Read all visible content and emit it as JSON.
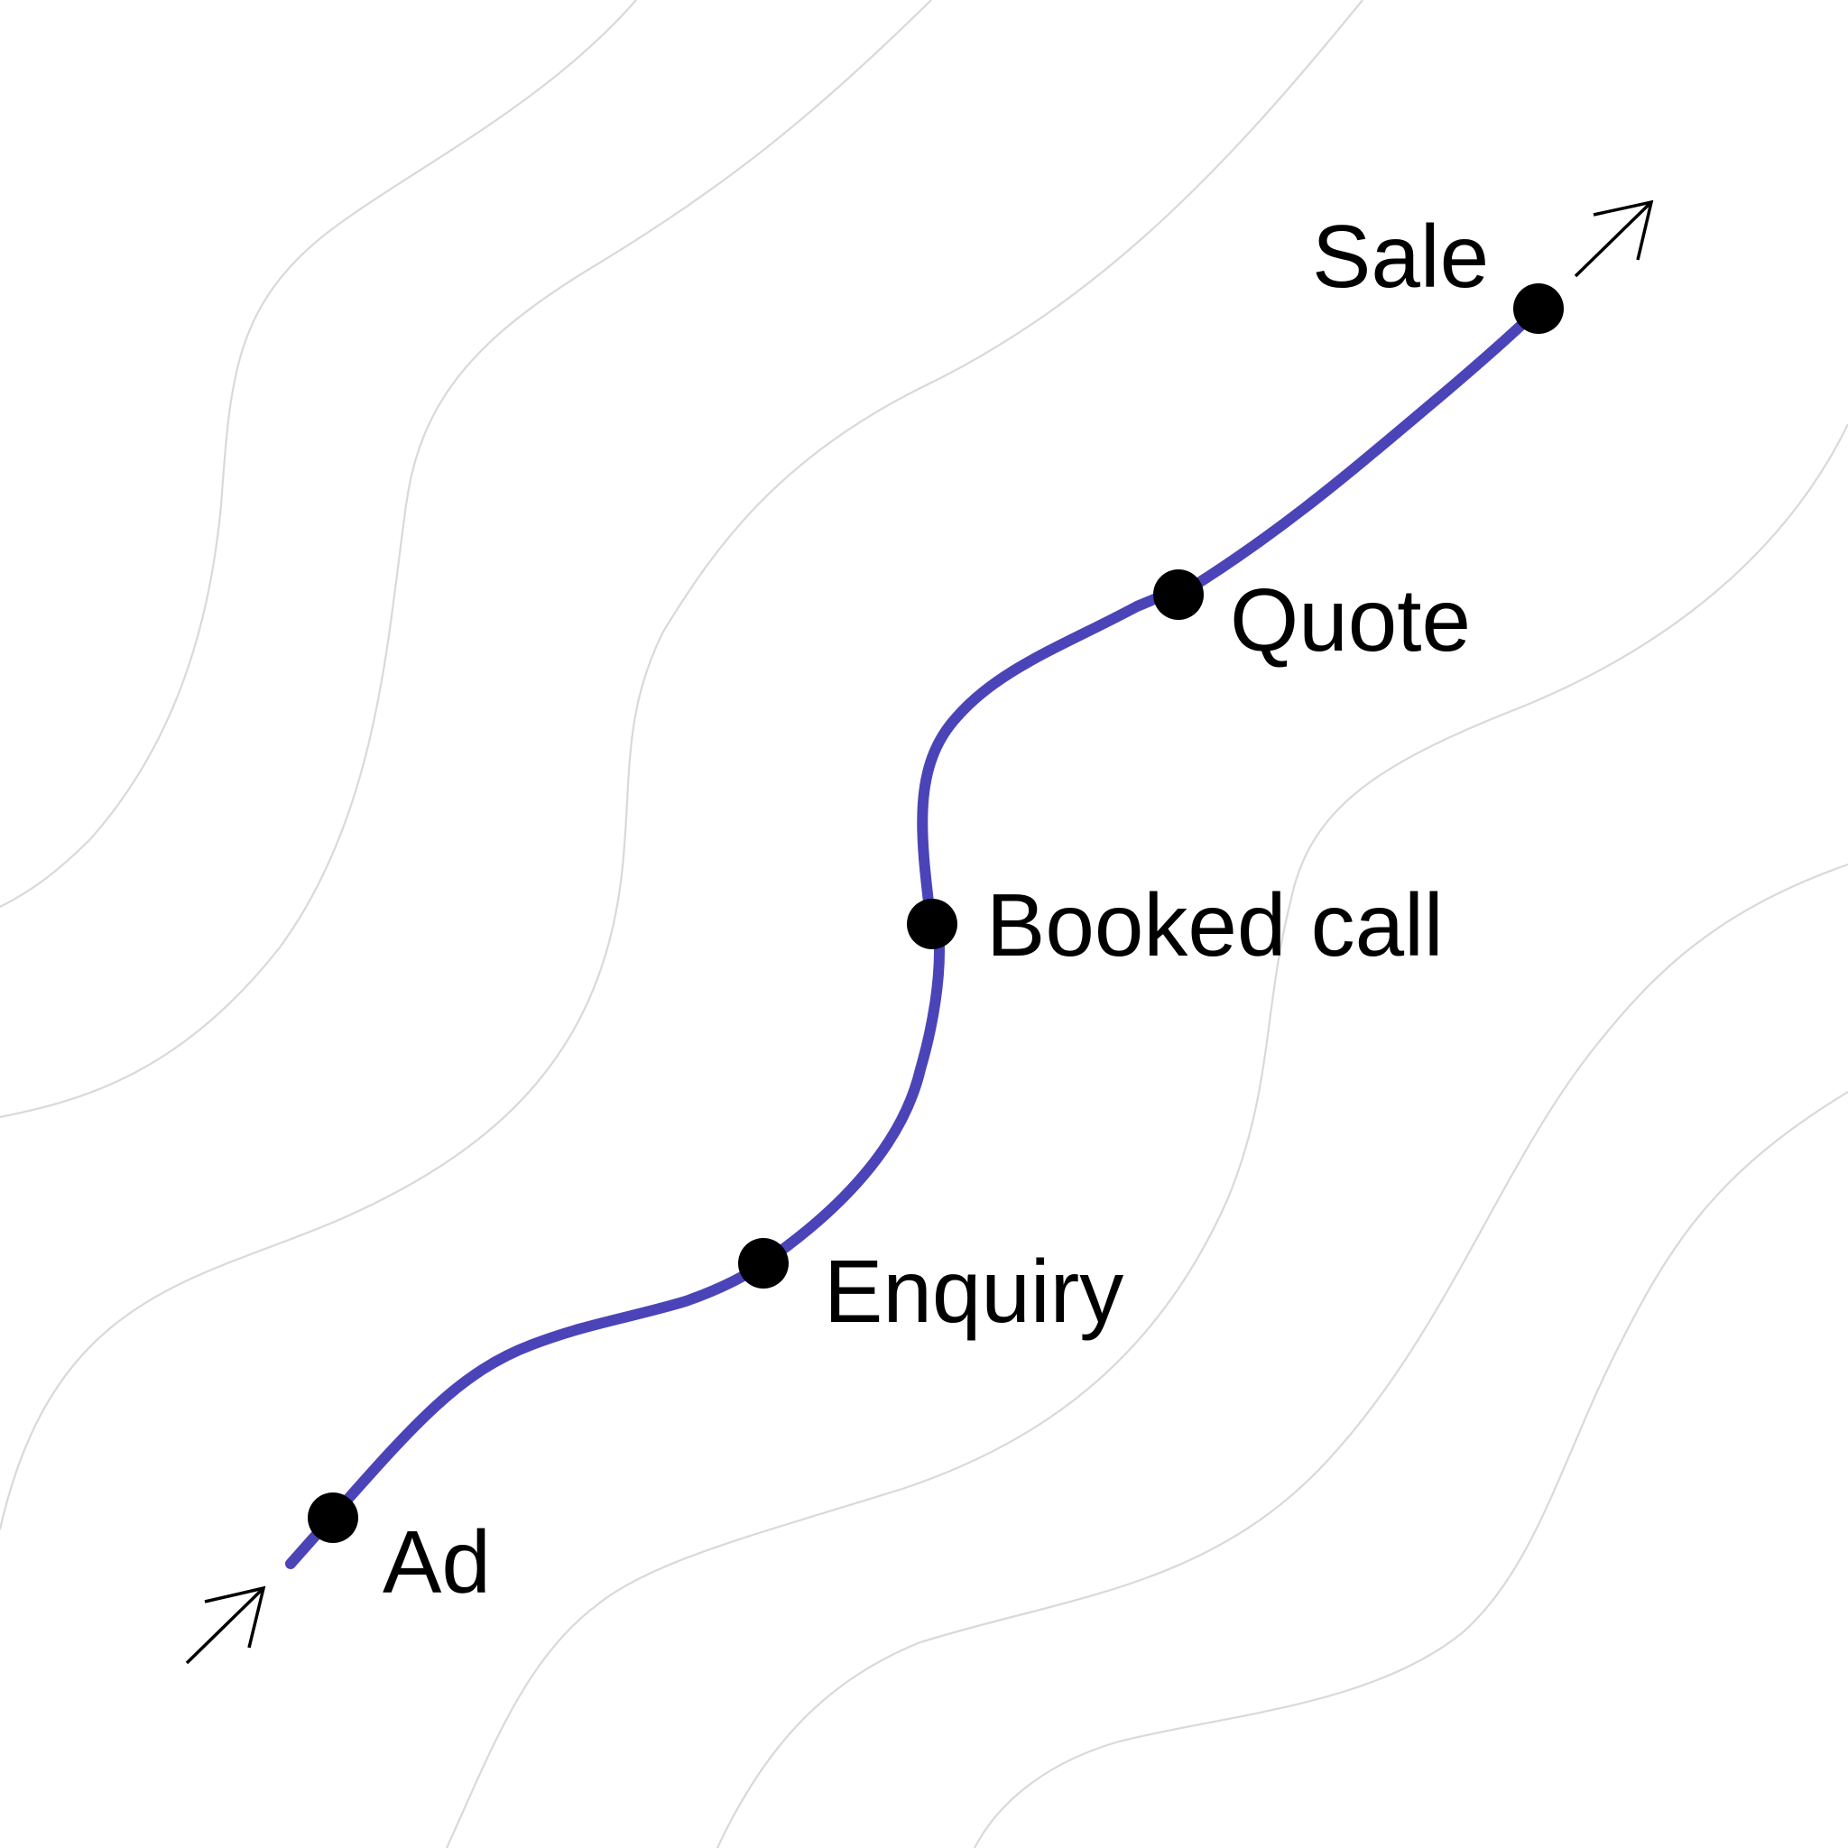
{
  "diagram": {
    "stages": [
      {
        "label": "Ad"
      },
      {
        "label": "Enquiry"
      },
      {
        "label": "Booked call"
      },
      {
        "label": "Quote"
      },
      {
        "label": "Sale"
      }
    ],
    "colors": {
      "path": "#4b44b8",
      "node": "#000000",
      "contour": "#d9d9d9",
      "background": "#ffffff"
    },
    "icons": {
      "start": "arrow-up-right-icon",
      "end": "arrow-up-right-icon"
    }
  }
}
